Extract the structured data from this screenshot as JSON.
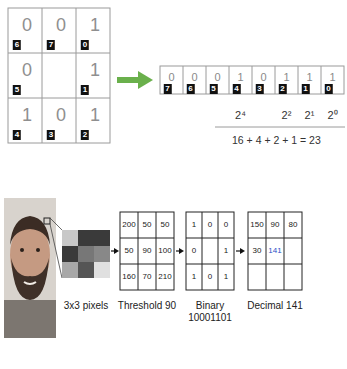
{
  "diagram": {
    "labels": [
      "0",
      "6",
      "0",
      "7",
      "1",
      "0",
      "0",
      "5",
      "1",
      "1",
      "1",
      "4",
      "0",
      "3",
      "1",
      "2",
      "0",
      "7",
      "0",
      "6",
      "0",
      "5",
      "1",
      "4",
      "0",
      "3",
      "1",
      "2",
      "1",
      "1",
      "1",
      "0",
      "2⁴",
      "2²",
      "2¹",
      "2⁰",
      "16 + 4 + 2 + 1 = 23",
      "200",
      "50",
      "50",
      "50",
      "90",
      "100",
      "160",
      "70",
      "210",
      "1",
      "0",
      "0",
      "0",
      "1",
      "1",
      "0",
      "1",
      "150",
      "90",
      "80",
      "30",
      "141",
      "3x3 pixels",
      "Threshold 90",
      "Binary 10001101",
      "Decimal 141"
    ]
  }
}
